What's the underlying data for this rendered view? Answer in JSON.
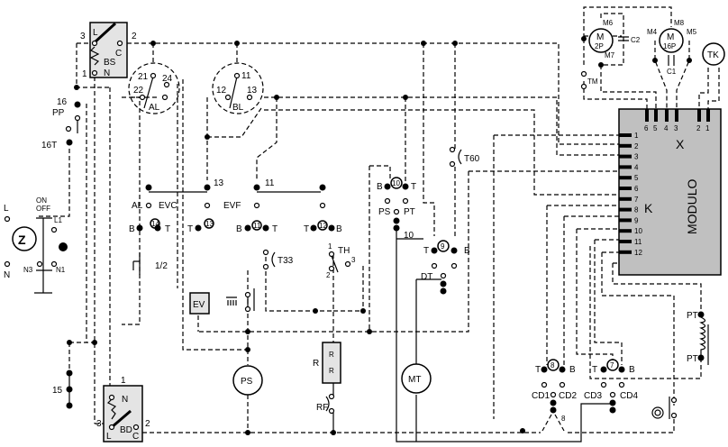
{
  "title": "Wiring diagram - washing machine",
  "colors": {
    "module_fill": "#c0c0c0",
    "component_fill": "#e4e4e4",
    "line": "#000000"
  },
  "bs": {
    "label": "BS",
    "l": "L",
    "c": "C",
    "n": "N",
    "p3": "3",
    "p2": "2",
    "p1": "1"
  },
  "bd": {
    "label": "BD",
    "l": "L",
    "c": "C",
    "n": "N",
    "p3": "3",
    "p2": "2",
    "p1": "1"
  },
  "al_selector": {
    "label": "AL",
    "c21": "21",
    "c22": "22",
    "c24": "24"
  },
  "bl_selector": {
    "label": "BL",
    "c11": "11",
    "c12": "12",
    "c13": "13"
  },
  "pp": {
    "label": "PP",
    "num": "16",
    "t": "16T"
  },
  "mains": {
    "l": "L",
    "n": "N",
    "on": "ON",
    "off": "OFF",
    "l1": "L1",
    "n1": "N1",
    "n3": "N3"
  },
  "fuse15": "15",
  "relays": {
    "r14": {
      "num": "14",
      "b": "B",
      "t": "T",
      "al": "AL",
      "name": "EVC",
      "term": "13"
    },
    "r13": {
      "num": "13",
      "t": "T"
    },
    "r11": {
      "num": "11",
      "b": "B",
      "t": "T",
      "name": "EVF",
      "term": "11"
    },
    "r12": {
      "num": "12",
      "t": "T",
      "b": "B"
    },
    "r10": {
      "num": "10",
      "b": "B",
      "t": "T",
      "ps": "PS",
      "pt": "PT",
      "term": "10"
    },
    "r9": {
      "num": "9",
      "t": "T",
      "b": "B",
      "dt": "DT"
    },
    "r8": {
      "num": "8",
      "t": "T",
      "b": "B",
      "cd1": "CD1",
      "cd2": "CD2"
    },
    "r7": {
      "num": "7",
      "t": "T",
      "b": "B",
      "cd3": "CD3",
      "cd4": "CD4"
    }
  },
  "half_load": "1/2",
  "ev": "EV",
  "t33": "T33",
  "th": {
    "label": "TH",
    "p1": "1",
    "p2": "2",
    "p3": "3"
  },
  "t60": "T60",
  "ps": "PS",
  "heater": {
    "label": "R",
    "inner1": "R",
    "inner2": "R"
  },
  "rf": "RF",
  "mt": "MT",
  "motor2p": {
    "m": "M",
    "sub": "2P",
    "m6": "M6",
    "m7": "M7",
    "c2": "C2",
    "tm": "TM"
  },
  "motor16p": {
    "m": "M",
    "sub": "16P",
    "m8": "M8",
    "m4": "M4",
    "m5": "M5",
    "c1": "C1"
  },
  "tk": "TK",
  "module": {
    "label": "MODULO",
    "x": "X",
    "k": "K",
    "top_pins": [
      "6",
      "5",
      "4",
      "3",
      "2",
      "1"
    ],
    "side_pins": [
      "1",
      "2",
      "3",
      "4",
      "5",
      "6",
      "7",
      "8",
      "9",
      "10",
      "11",
      "12"
    ]
  },
  "pt": "PT",
  "safety8": "8"
}
